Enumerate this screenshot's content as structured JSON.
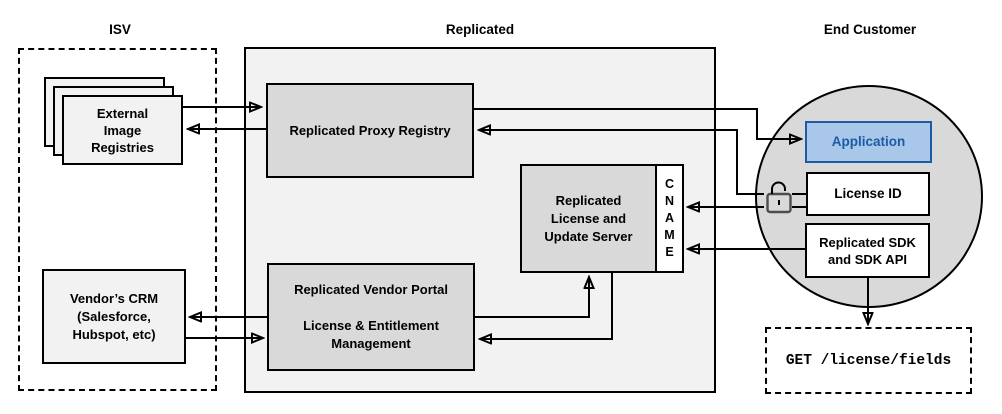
{
  "sections": {
    "isv": {
      "title": "ISV"
    },
    "replicated": {
      "title": "Replicated"
    },
    "end_customer": {
      "title": "End Customer"
    }
  },
  "nodes": {
    "external_image_registries": {
      "label": "External\nImage\nRegistries"
    },
    "vendors_crm": {
      "label": "Vendor’s CRM\n(Salesforce,\nHubspot, etc)"
    },
    "replicated_proxy_registry": {
      "label": "Replicated Proxy Registry"
    },
    "replicated_license_update_server": {
      "label": "Replicated\nLicense and\nUpdate Server"
    },
    "cname": {
      "label": "CNAME"
    },
    "replicated_vendor_portal": {
      "label": "Replicated Vendor Portal\n\nLicense & Entitlement\nManagement"
    },
    "application": {
      "label": "Application"
    },
    "license_id": {
      "label": "License ID"
    },
    "replicated_sdk": {
      "label": "Replicated SDK\nand SDK API"
    },
    "get_license_fields": {
      "label": "GET /license/fields"
    }
  },
  "icons": {
    "unlock_icon": "open-padlock"
  },
  "colors": {
    "container_fill": "#f2f2f2",
    "node_gray_fill": "#d9d9d9",
    "node_light_fill": "#f2f2f2",
    "circle_fill": "#d9d9d9",
    "application_fill": "#a9c7e8",
    "application_border": "#1c5ba6",
    "application_text": "#1c5ba6",
    "line_color": "#000000",
    "lock_color": "#4d4d4d"
  }
}
